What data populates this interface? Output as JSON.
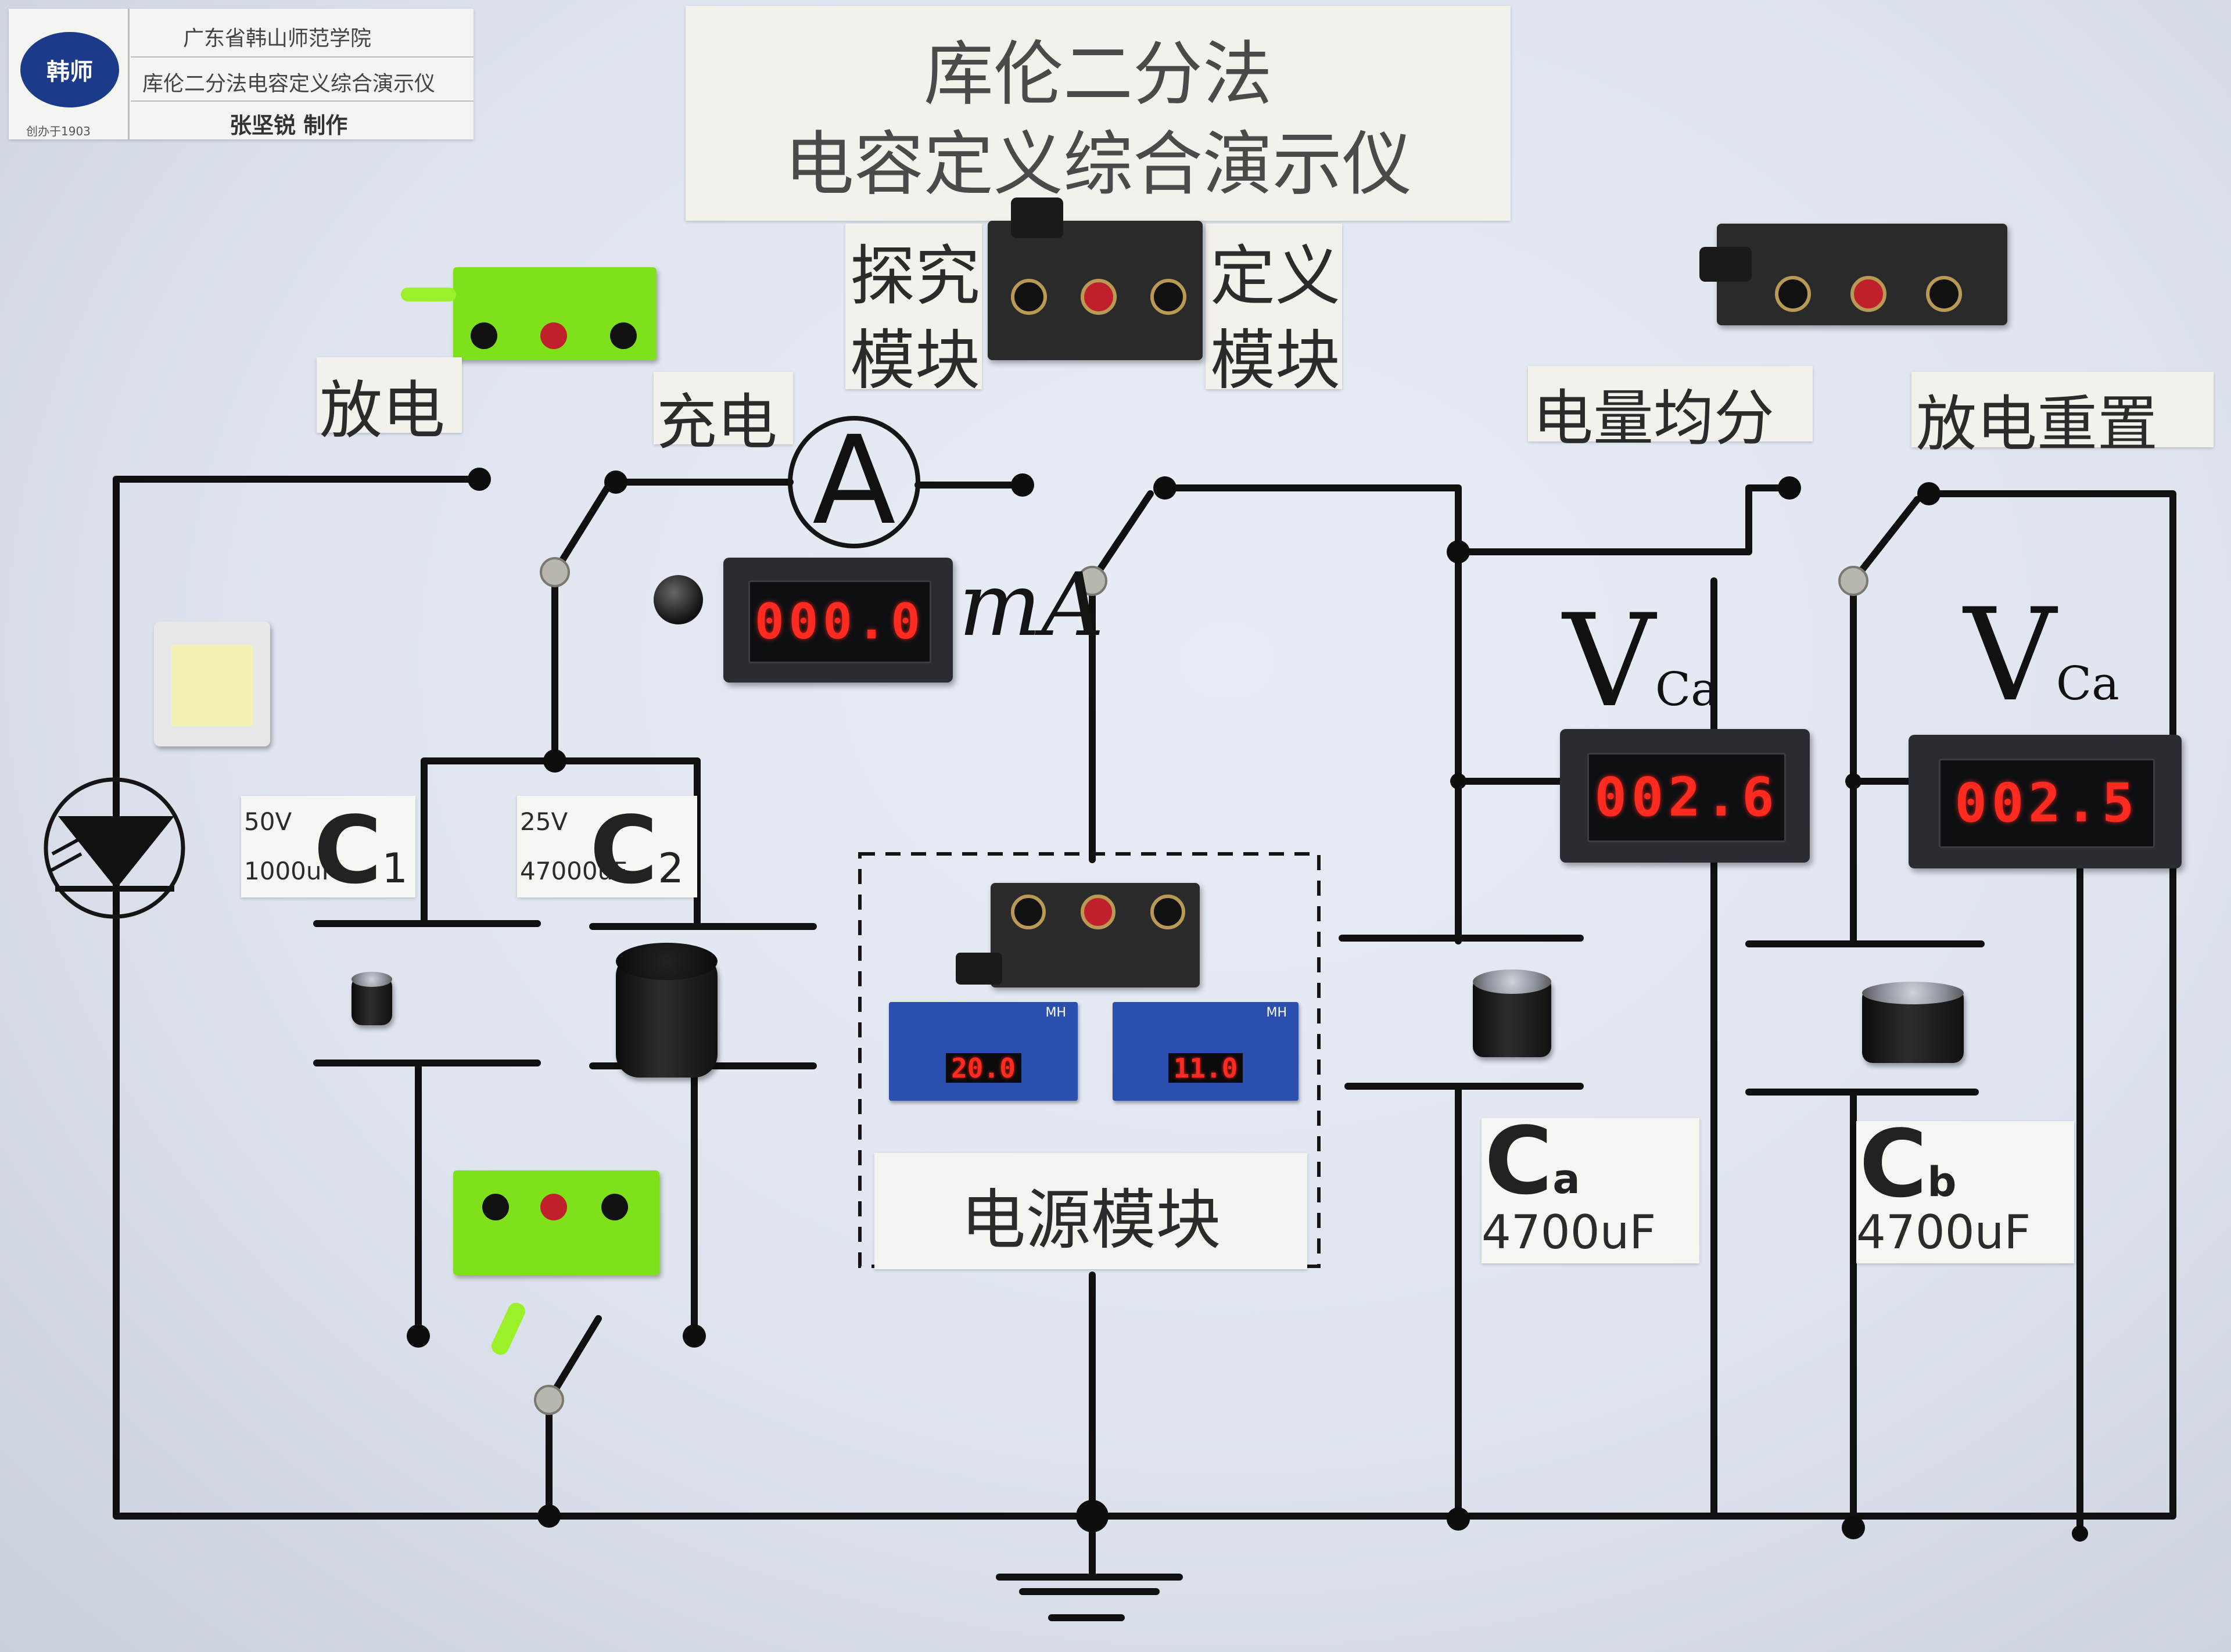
{
  "board_header": {
    "school": "广东省韩山师范学院",
    "device_name": "库伦二分法电容定义综合演示仪",
    "author": "张坚锐 制作",
    "logo_text": "韩师",
    "logo_subtext": "创办于1903"
  },
  "title": {
    "line1": "库伦二分法",
    "line2": "电容定义综合演示仪"
  },
  "module_labels": {
    "explore_top": "探究",
    "explore_bottom": "模块",
    "define_top": "定义",
    "define_bottom": "模块",
    "discharge": "放电",
    "charge": "充电",
    "charge_split": "电量均分",
    "discharge_reset": "放电重置",
    "power_module": "电源模块"
  },
  "ammeter": {
    "symbol": "A",
    "reading": "000.0",
    "unit": "mA"
  },
  "voltmeters": [
    {
      "label_main": "V",
      "label_sub": "Ca",
      "reading": "002.6"
    },
    {
      "label_main": "V",
      "label_sub": "Ca",
      "reading": "002.5"
    }
  ],
  "capacitors": {
    "c1": {
      "name": "C",
      "index": "1",
      "voltage": "50V",
      "capacitance": "1000uF"
    },
    "c2": {
      "name": "C",
      "index": "2",
      "voltage": "25V",
      "capacitance": "47000uF"
    },
    "ca": {
      "name": "C",
      "index": "a",
      "capacitance": "4700uF"
    },
    "cb": {
      "name": "C",
      "index": "b",
      "capacitance": "4700uF"
    }
  },
  "power_supplies": [
    {
      "reading": "20.0",
      "tag": "MH"
    },
    {
      "reading": "11.0",
      "tag": "MH"
    }
  ],
  "colors": {
    "board": "#e3e7f0",
    "wire": "#111111",
    "led_red": "#ff2a20",
    "green_block": "#7fe01c",
    "pcb_blue": "#2a4fae"
  }
}
